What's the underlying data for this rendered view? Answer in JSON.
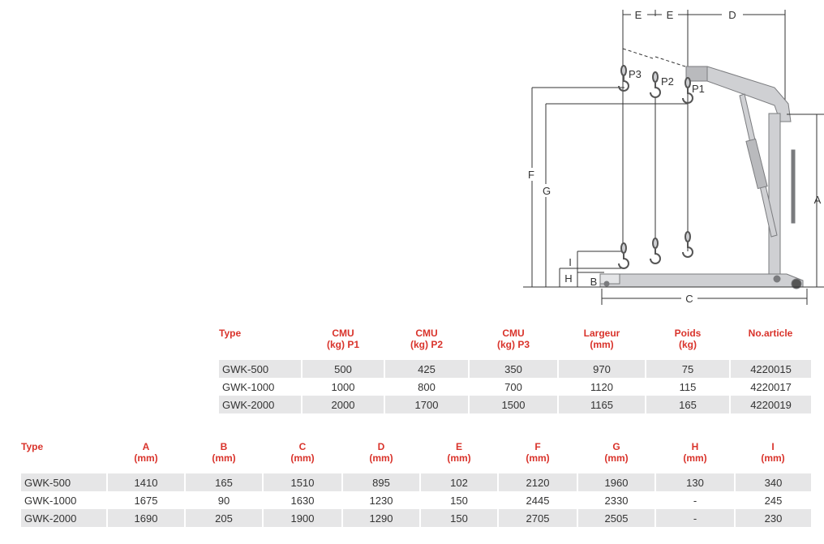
{
  "diagram": {
    "labels": {
      "A": "A",
      "B": "B",
      "C": "C",
      "D": "D",
      "E1": "E",
      "E2": "E",
      "F": "F",
      "G": "G",
      "H": "H",
      "I": "I",
      "P1": "P1",
      "P2": "P2",
      "P3": "P3"
    },
    "colors": {
      "frame": "#cfd0d3",
      "frame_stroke": "#7a7b7e",
      "line": "#333333"
    }
  },
  "specs_table": {
    "headers": [
      {
        "l1": "Type",
        "l2": ""
      },
      {
        "l1": "CMU",
        "l2": "(kg) P1"
      },
      {
        "l1": "CMU",
        "l2": "(kg) P2"
      },
      {
        "l1": "CMU",
        "l2": "(kg) P3"
      },
      {
        "l1": "Largeur",
        "l2": "(mm)"
      },
      {
        "l1": "Poids",
        "l2": "(kg)"
      },
      {
        "l1": "No.article",
        "l2": ""
      }
    ],
    "rows": [
      [
        "GWK-500",
        "500",
        "425",
        "350",
        "970",
        "75",
        "4220015"
      ],
      [
        "GWK-1000",
        "1000",
        "800",
        "700",
        "1120",
        "115",
        "4220017"
      ],
      [
        "GWK-2000",
        "2000",
        "1700",
        "1500",
        "1165",
        "165",
        "4220019"
      ]
    ]
  },
  "dims_table": {
    "headers": [
      {
        "l1": "Type",
        "l2": ""
      },
      {
        "l1": "A",
        "l2": "(mm)"
      },
      {
        "l1": "B",
        "l2": "(mm)"
      },
      {
        "l1": "C",
        "l2": "(mm)"
      },
      {
        "l1": "D",
        "l2": "(mm)"
      },
      {
        "l1": "E",
        "l2": "(mm)"
      },
      {
        "l1": "F",
        "l2": "(mm)"
      },
      {
        "l1": "G",
        "l2": "(mm)"
      },
      {
        "l1": "H",
        "l2": "(mm)"
      },
      {
        "l1": "I",
        "l2": "(mm)"
      }
    ],
    "rows": [
      [
        "GWK-500",
        "1410",
        "165",
        "1510",
        "895",
        "102",
        "2120",
        "1960",
        "130",
        "340"
      ],
      [
        "GWK-1000",
        "1675",
        "90",
        "1630",
        "1230",
        "150",
        "2445",
        "2330",
        "-",
        "245"
      ],
      [
        "GWK-2000",
        "1690",
        "205",
        "1900",
        "1290",
        "150",
        "2705",
        "2505",
        "-",
        "230"
      ]
    ]
  },
  "colors": {
    "header_text": "#d9332b",
    "row_shade": "#e6e6e7",
    "body_text": "#333333"
  }
}
